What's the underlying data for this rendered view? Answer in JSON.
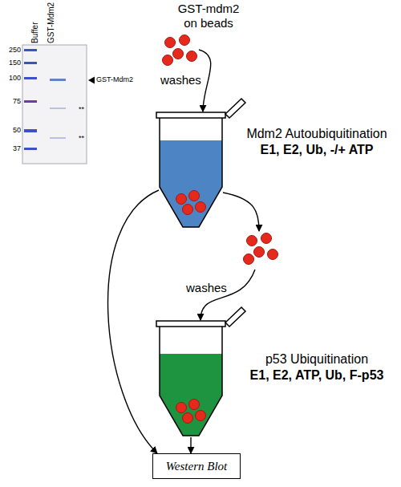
{
  "diagram": {
    "nodes": [
      {
        "text": [
          "GST-mdm2 on beads"
        ]
      },
      {
        "text": [
          "Mdm2 Autoubiquitination",
          "E1, E2, Ub, -/+ ATP"
        ]
      },
      {
        "text": [
          "p53 Ubiquitination",
          "E1, E2, ATP, Ub, F-p53"
        ]
      },
      {
        "text": [
          "Western Blot"
        ]
      }
    ],
    "edges": [
      {
        "from": 0,
        "to": 1,
        "arrow": "to",
        "label": "washes"
      },
      {
        "from": 1,
        "to": 2,
        "arrow": "to",
        "label": "washes"
      },
      {
        "from": 1,
        "to": 3,
        "arrow": "to"
      },
      {
        "from": 2,
        "to": 3,
        "arrow": "to"
      }
    ],
    "labels": [
      "Buffer",
      "GST-Mdm2",
      "250",
      "150",
      "100",
      "75",
      "50",
      "37",
      "GST-Mdm2",
      "**",
      "**"
    ]
  }
}
